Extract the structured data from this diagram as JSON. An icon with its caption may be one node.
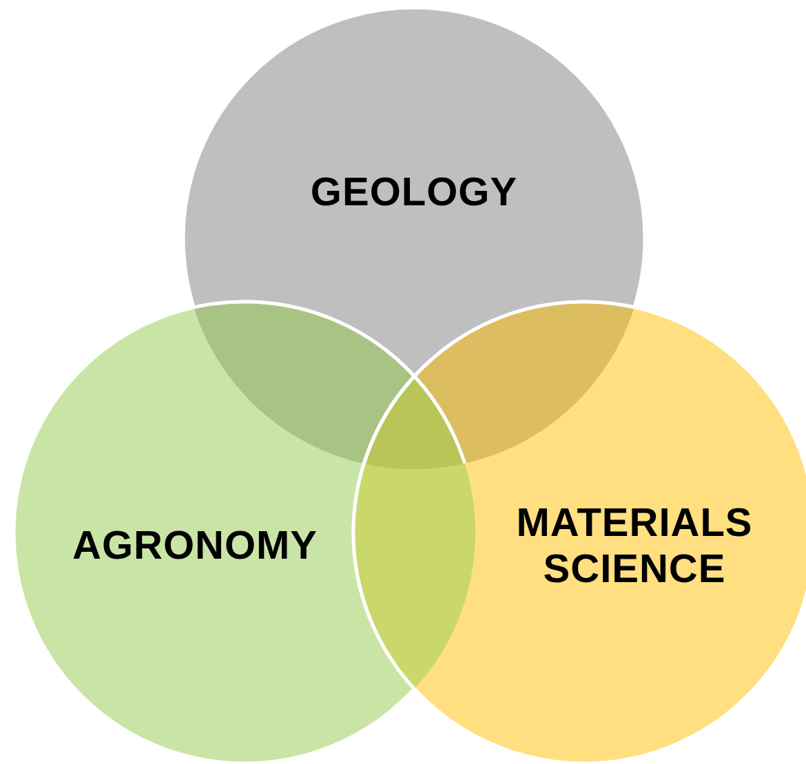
{
  "diagram": {
    "nodes": [
      {
        "text": [
          "GEOLOGY"
        ]
      },
      {
        "text": [
          "AGRONOMY"
        ]
      },
      {
        "text": [
          "MATERIALS SCIENCE"
        ]
      }
    ]
  }
}
